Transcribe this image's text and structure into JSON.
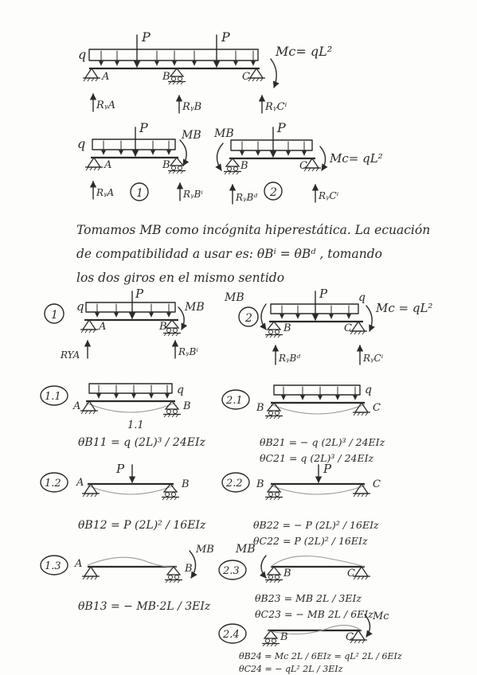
{
  "top": {
    "q": "q",
    "p1": "P",
    "p2": "P",
    "mc": "Mc= qL²",
    "sa": "A",
    "sb": "B",
    "sc": "C",
    "ra": "RᵧA",
    "rb": "RᵧB",
    "rc": "RᵧCⁱ"
  },
  "split": {
    "q": "q",
    "p1": "P",
    "mb1": "MB",
    "sa": "A",
    "sb1": "B",
    "ra": "RᵧA",
    "n1": "1",
    "rb1": "RᵧBⁱ",
    "mb2": "MB",
    "p2": "P",
    "sb2": "B",
    "sc": "C",
    "mc": "Mc= qL²",
    "rb2": "RᵧBᵈ",
    "n2": "2",
    "rc": "RᵧCⁱ"
  },
  "text": {
    "line1": "Tomamos MB como incógnita hiperestática. La ecuación",
    "line2": "de compatibilidad a usar es:  θBⁱ = θBᵈ , tomando",
    "line3": "los dos giros  en el mismo sentido"
  },
  "case1": {
    "num": "1",
    "q": "q",
    "p": "P",
    "mb": "MB",
    "sa": "A",
    "sb": "B",
    "ra": "RYA",
    "rb": "RᵧBⁱ"
  },
  "case2": {
    "num": "2",
    "mb": "MB",
    "p": "P",
    "q": "q",
    "sb": "B",
    "sc": "C",
    "mc": "Mc = qL²",
    "rb": "RᵧBᵈ",
    "rc": "RᵧCⁱ"
  },
  "c11": {
    "num": "1.1",
    "sa": "A",
    "sb": "B",
    "q": "q",
    "sub": "1.1",
    "eq": "θB11 = q (2L)³ / 24EIz"
  },
  "c21": {
    "num": "2.1",
    "sb": "B",
    "sc": "C",
    "q": "q",
    "eq1": "θB21 = − q (2L)³ / 24EIz",
    "eq2": "θC21 = q (2L)³ / 24EIz"
  },
  "c12": {
    "num": "1.2",
    "p": "P",
    "sa": "A",
    "sb": "B",
    "eq": "θB12 = P (2L)² / 16EIz"
  },
  "c22": {
    "num": "2.2",
    "p": "P",
    "sb": "B",
    "sc": "C",
    "eq1": "θB22 = − P (2L)² / 16EIz",
    "eq2": "θC22 = P (2L)² / 16EIz"
  },
  "c13": {
    "num": "1.3",
    "sa": "A",
    "sb": "B",
    "mb": "MB",
    "eq": "θB13 = − MB·2L / 3EIz"
  },
  "c23": {
    "num": "2.3",
    "mb": "MB",
    "sb": "B",
    "sc": "C",
    "eq1": "θB23 = MB 2L / 3EIz",
    "eq2": "θC23 = − MB 2L / 6EIz"
  },
  "c24": {
    "num": "2.4",
    "sb": "B",
    "sc": "C",
    "mc": "Mc",
    "eq1": "θB24 = Mc 2L / 6EIz = qL² 2L / 6EIz",
    "eq2": "θC24 = − qL² 2L / 3EIz"
  }
}
